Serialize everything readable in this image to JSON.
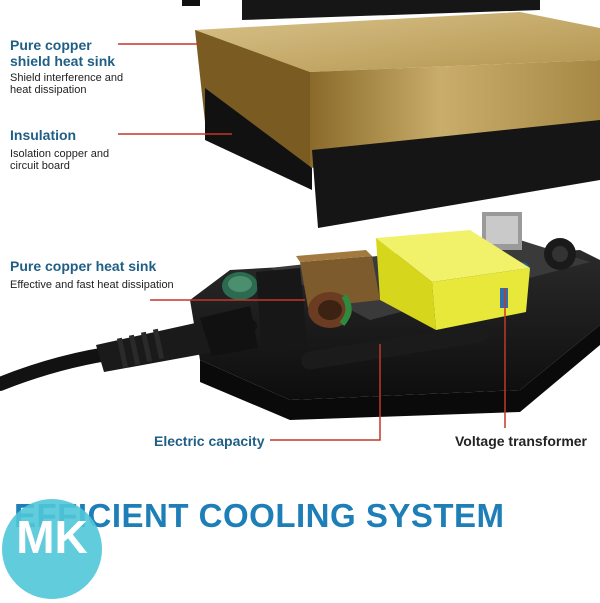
{
  "labels": {
    "shield": {
      "title_line1": "Pure copper",
      "title_line2": "shield heat sink",
      "desc_line1": "Shield interference and",
      "desc_line2": "heat dissipation"
    },
    "insulation": {
      "title": "Insulation",
      "desc_line1": "Isolation copper and",
      "desc_line2": "circuit board"
    },
    "heat_sink": {
      "title": "Pure copper heat sink",
      "desc": "Effective and fast heat dissipation"
    },
    "electric_capacity": {
      "title": "Electric capacity"
    },
    "voltage_transformer": {
      "title": "Voltage transformer"
    }
  },
  "headline": "EFFICIENT COOLING SYSTEM",
  "logo": {
    "text": "MK"
  },
  "colors": {
    "title_blue": "#1f5f86",
    "headline_blue": "#1e7fb8",
    "leader_red": "#c0392b",
    "copper": "#b79a55",
    "transformer_yellow": "#e8e83a",
    "logo_teal": "#4fc6d8"
  }
}
